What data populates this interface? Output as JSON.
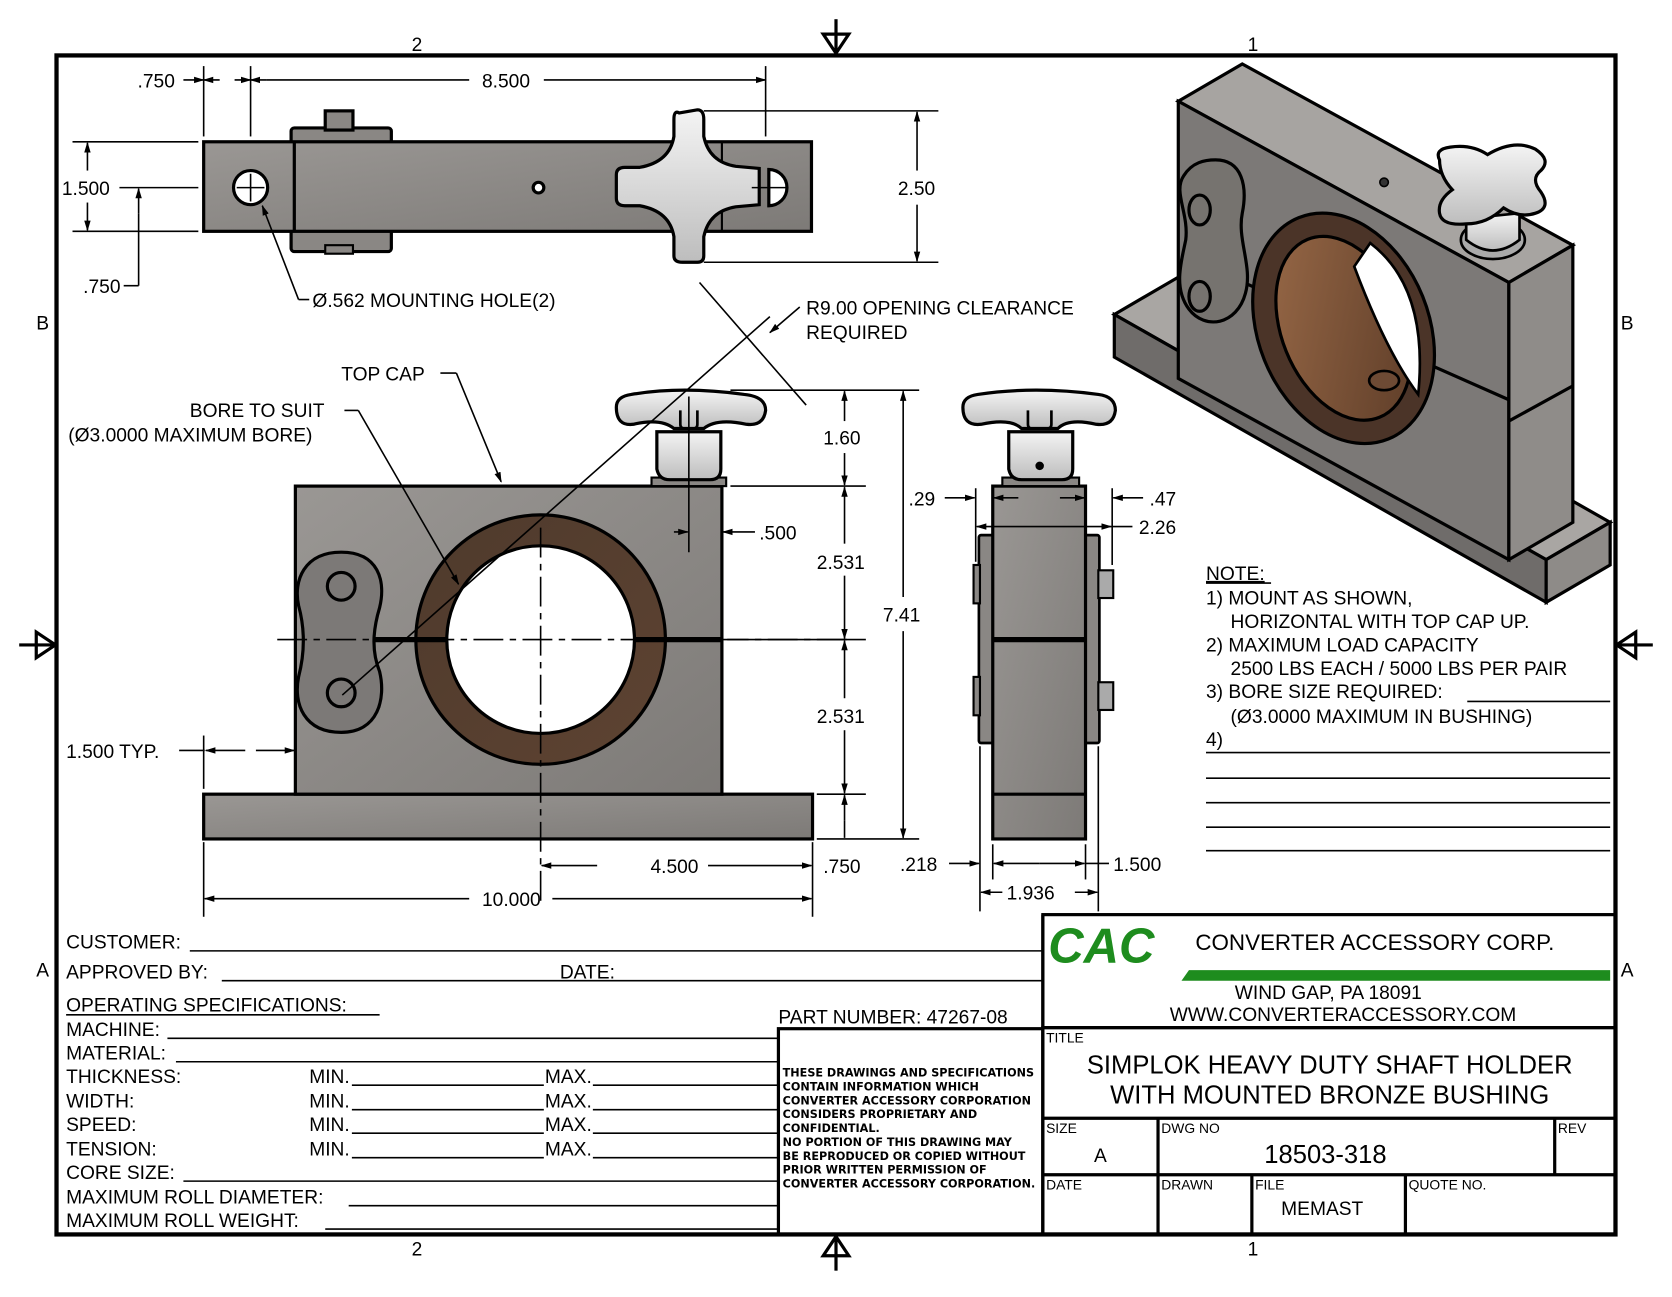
{
  "zones": {
    "top": [
      "2",
      "1"
    ],
    "bottom": [
      "2",
      "1"
    ],
    "left": [
      "B",
      "A"
    ],
    "right": [
      "B",
      "A"
    ]
  },
  "top_view": {
    "dims": {
      "edge_to_hole": ".750",
      "hole_spacing": "8.500",
      "base_width": "1.500",
      "hole_offset": ".750",
      "knob_span": "2.50"
    },
    "mounting_hole_note": "Ø.562 MOUNTING HOLE(2)",
    "clearance_note_line1": "R9.00 OPENING CLEARANCE",
    "clearance_note_line2": "REQUIRED"
  },
  "front_view": {
    "top_cap_label": "TOP CAP",
    "bore_label_line1": "BORE TO SUIT",
    "bore_label_line2": "(Ø3.0000 MAXIMUM BORE)",
    "dims": {
      "knob_height": "1.60",
      "knob_offset": ".500",
      "upper_half": "2.531",
      "lower_half": "2.531",
      "overall_height": "7.41",
      "base_thickness": ".750",
      "center_to_end": "4.500",
      "overall_length": "10.000",
      "flange_typ": "1.500 TYP."
    }
  },
  "side_view": {
    "dims": {
      "left_offset": ".29",
      "right_offset": ".47",
      "overall_width": "2.26",
      "base_inset": ".218",
      "body_width": "1.500",
      "base_width": "1.936"
    }
  },
  "notes": {
    "heading": "NOTE:",
    "items": [
      "1) MOUNT AS SHOWN,",
      "HORIZONTAL WITH TOP CAP UP.",
      "2) MAXIMUM LOAD CAPACITY",
      "2500 LBS EACH / 5000 LBS PER PAIR",
      "3) BORE SIZE REQUIRED:",
      "(Ø3.0000 MAXIMUM IN BUSHING)",
      "4)"
    ]
  },
  "form": {
    "customer": "CUSTOMER:",
    "approved_by": "APPROVED BY:",
    "date": "DATE:",
    "operating_specs": "OPERATING SPECIFICATIONS:",
    "machine": "MACHINE:",
    "material": "MATERIAL:",
    "range_rows": [
      {
        "label": "THICKNESS:",
        "min": "MIN.",
        "max": "MAX."
      },
      {
        "label": "WIDTH:",
        "min": "MIN.",
        "max": "MAX."
      },
      {
        "label": "SPEED:",
        "min": "MIN.",
        "max": "MAX."
      },
      {
        "label": "TENSION:",
        "min": "MIN.",
        "max": "MAX."
      }
    ],
    "core_size": "CORE SIZE:",
    "max_roll_diameter": "MAXIMUM ROLL DIAMETER:",
    "max_roll_weight": "MAXIMUM ROLL WEIGHT:",
    "part_number": "PART NUMBER: 47267-08"
  },
  "disclaimer": [
    "THESE DRAWINGS AND SPECIFICATIONS",
    "CONTAIN INFORMATION WHICH",
    "CONVERTER ACCESSORY CORPORATION",
    "CONSIDERS PROPRIETARY AND",
    "CONFIDENTIAL.",
    "NO PORTION OF THIS DRAWING MAY",
    "BE REPRODUCED OR COPIED WITHOUT",
    "PRIOR WRITTEN PERMISSION OF",
    "CONVERTER ACCESSORY CORPORATION."
  ],
  "company": {
    "logo": "CAC",
    "name": "CONVERTER ACCESSORY CORP.",
    "address": "WIND GAP, PA 18091",
    "website": "WWW.CONVERTERACCESSORY.COM",
    "brand_color": "#1e8c1e"
  },
  "title_block": {
    "title_label": "TITLE",
    "title_line1": "SIMPLOK HEAVY DUTY SHAFT HOLDER",
    "title_line2": "WITH MOUNTED BRONZE BUSHING",
    "size_label": "SIZE",
    "size": "A",
    "dwg_no_label": "DWG NO",
    "dwg_no": "18503-318",
    "rev_label": "REV",
    "rev": "",
    "date_label": "DATE",
    "date": "",
    "drawn_label": "DRAWN",
    "drawn": "",
    "file_label": "FILE",
    "file": "MEMAST",
    "quote_label": "QUOTE NO.",
    "quote": ""
  }
}
